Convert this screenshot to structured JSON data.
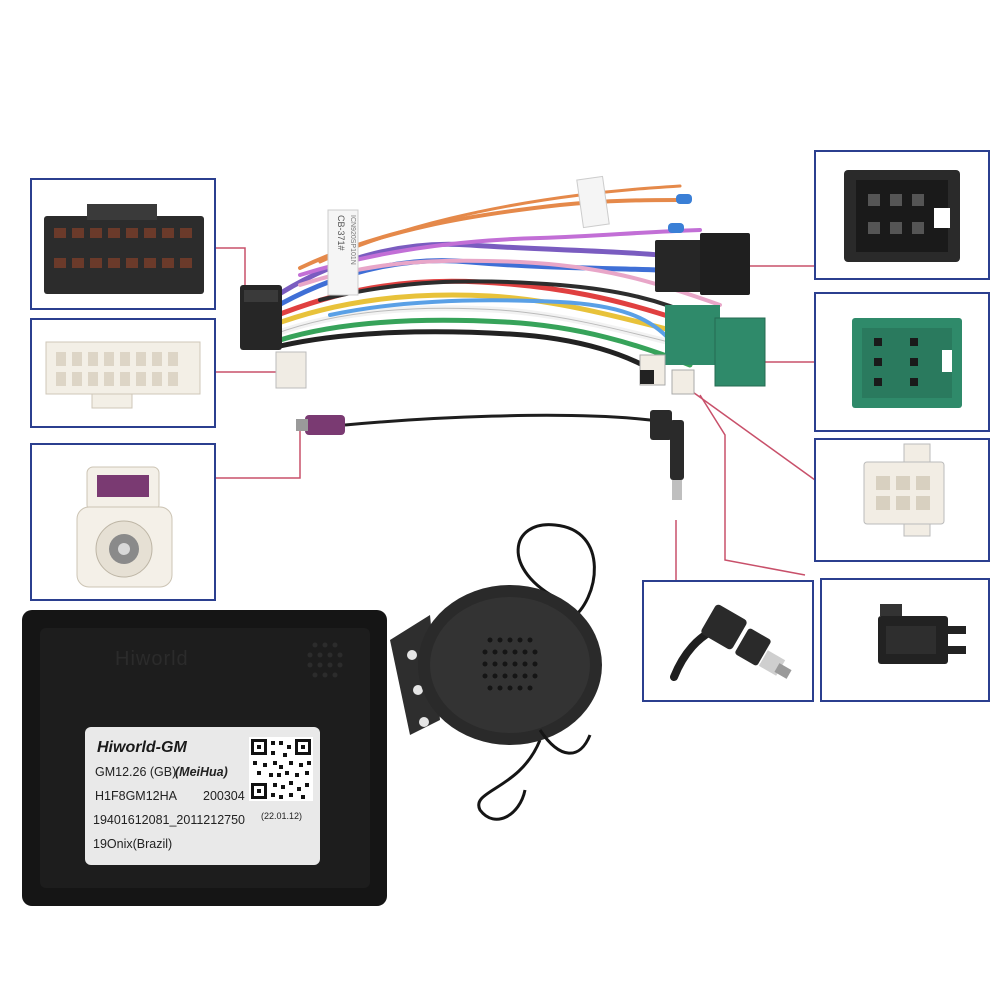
{
  "module_label": {
    "brand": "Hiworld-GM",
    "line1": "GM12.26 (GB)",
    "line1_maker": "(MeiHua)",
    "line2_code": "H1F8GM12HA",
    "line2_num": "200304",
    "line3": "19401612081_2011212750",
    "line3_date": "(22.01.12)",
    "line4": "19Onix(Brazil)",
    "faint_logo": "Hiworld"
  },
  "harness_tag": {
    "text1": "CB-371#",
    "text2": "ICN920SP101N"
  },
  "colors": {
    "frame": "#2b3f8f",
    "leader": "#c8506a",
    "connector_black": "#2a2a2a",
    "connector_green": "#2f8a6a",
    "connector_white": "#f2ede4",
    "fakra_violet": "#7a3a72"
  }
}
